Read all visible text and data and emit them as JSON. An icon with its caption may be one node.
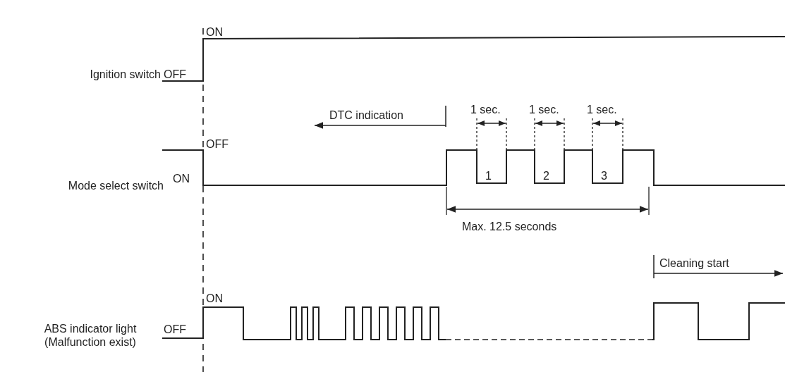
{
  "diagram": {
    "labels": [
      "ON",
      "Ignition switch",
      "OFF",
      "DTC indication",
      "1 sec.",
      "1 sec.",
      "1 sec.",
      "OFF",
      "Mode select switch",
      "ON",
      "1",
      "2",
      "3",
      "Max. 12.5 seconds",
      "Cleaning start",
      "ON",
      "ABS indicator light (Malfunction exist)",
      "OFF"
    ]
  }
}
